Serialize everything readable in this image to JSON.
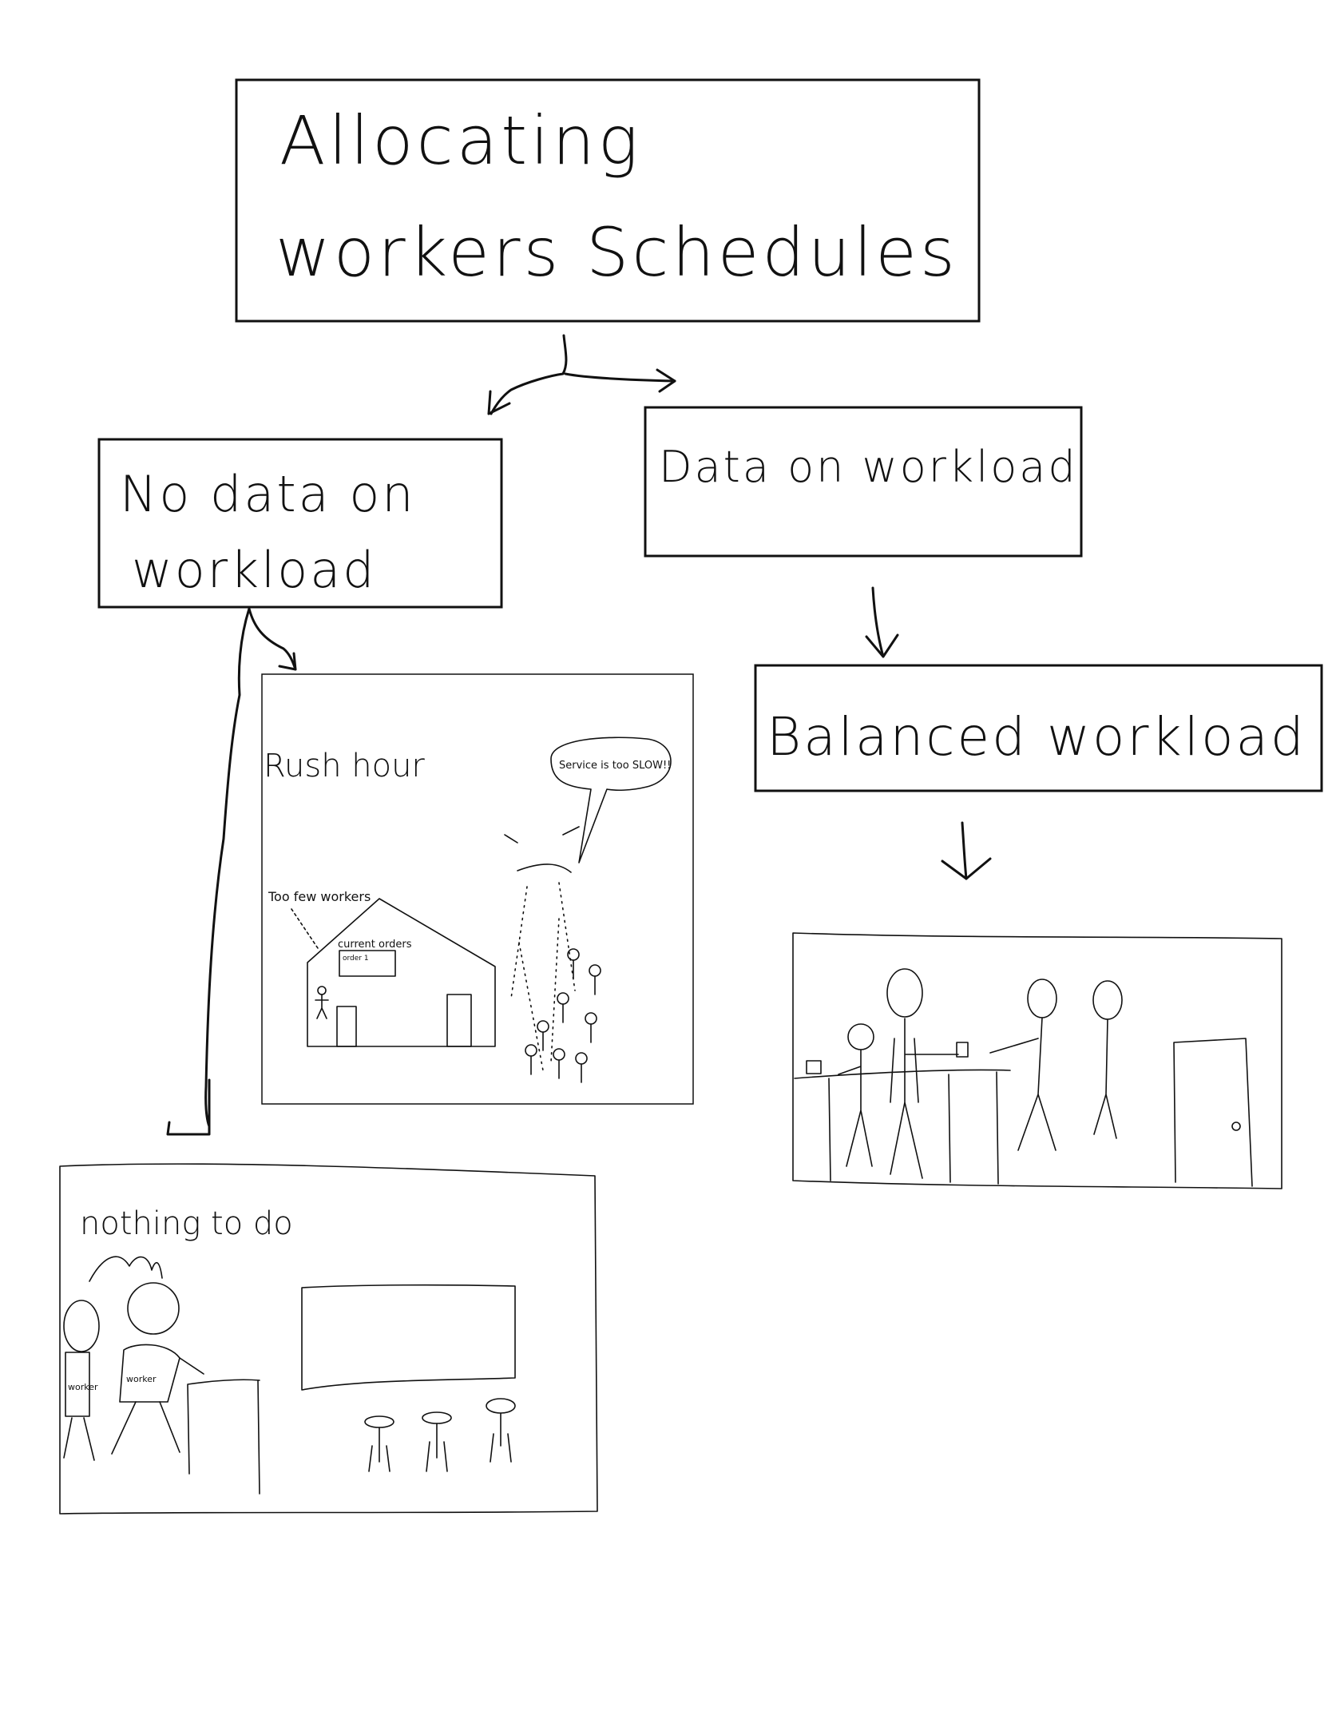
{
  "diagram": {
    "title": {
      "line1": "Allocating",
      "line2": "workers Schedules"
    },
    "left_branch": {
      "label_line1": "No data on",
      "label_line2": "workload",
      "rush_panel": {
        "caption": "Rush hour",
        "too_few": "Too few workers",
        "board": "current orders",
        "board_row": "order 1",
        "speech": "Service is too SLOW!!"
      },
      "idle_panel": {
        "caption": "nothing to do",
        "badge1": "worker",
        "badge2": "worker"
      }
    },
    "right_branch": {
      "label": "Data on workload",
      "result": "Balanced workload"
    }
  }
}
